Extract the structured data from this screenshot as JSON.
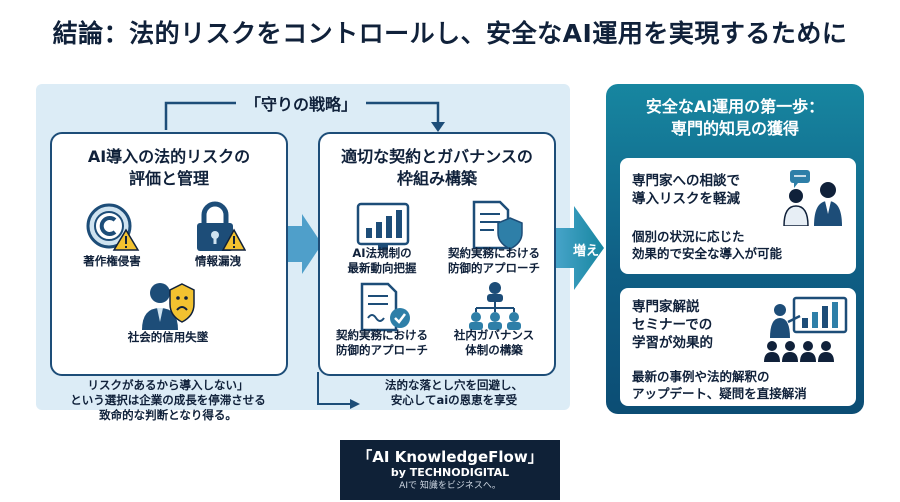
{
  "title": "結論：法的リスクをコントロールし、安全なAI運用を実現するために",
  "defense_label": "「守りの戦略」",
  "box1": {
    "title_line1": "AI導入の法的リスクの",
    "title_line2": "評価と管理",
    "items": [
      {
        "label": "著作権侵害",
        "icon": "copyright-warning-icon"
      },
      {
        "label": "情報漏洩",
        "icon": "padlock-warning-icon"
      },
      {
        "label": "社会的信用失墜",
        "icon": "person-frown-icon"
      }
    ]
  },
  "box2": {
    "title_line1": "適切な契約とガバナンスの",
    "title_line2": "枠組み構築",
    "items": [
      {
        "line1": "AI法規制の",
        "line2": "最新動向把握",
        "icon": "trend-chart-icon"
      },
      {
        "line1": "契約実務における",
        "line2": "防御的アプローチ",
        "icon": "document-shield-icon"
      },
      {
        "line1": "契約実務における",
        "line2": "防御的アプローチ",
        "icon": "contract-check-icon"
      },
      {
        "line1": "社内ガバナンス",
        "line2": "体制の構築",
        "icon": "org-chart-icon"
      }
    ]
  },
  "left_note": {
    "line1": "リスクがあるから導入しない」",
    "line2": "という選択は企業の成長を停滞させる",
    "line3": "致命的な判断となり得る。"
  },
  "center_note": {
    "line1": "法的な落とし穴を回避し、",
    "line2": "安心してaiの恩恵を享受"
  },
  "arrow_label": "増え",
  "right_panel": {
    "title_line1": "安全なAI運用の第一歩：",
    "title_line2": "専門的知見の獲得",
    "card1": {
      "h1": "専門家への相談で",
      "h2": "導入リスクを軽減",
      "b1": "個別の状況に応じた",
      "b2": "効果的で安全な導入が可能"
    },
    "card2": {
      "h1": "専門家解説",
      "h2": "セミナーでの",
      "h3": "学習が効果的",
      "b1": "最新の事例や法的解釈の",
      "b2": "アップデート、疑問を直接解消"
    }
  },
  "footer": {
    "brand": "「AI KnowledgeFlow」",
    "by": "by TECHNODIGITAL",
    "tagline": "AIで 知識をビジネスへ。"
  },
  "colors": {
    "navy": "#1d4d78",
    "teal": "#1786a0",
    "light_bg": "#dcecf6",
    "warning_yellow": "#f2c230",
    "footer_bg": "#0f2137"
  }
}
